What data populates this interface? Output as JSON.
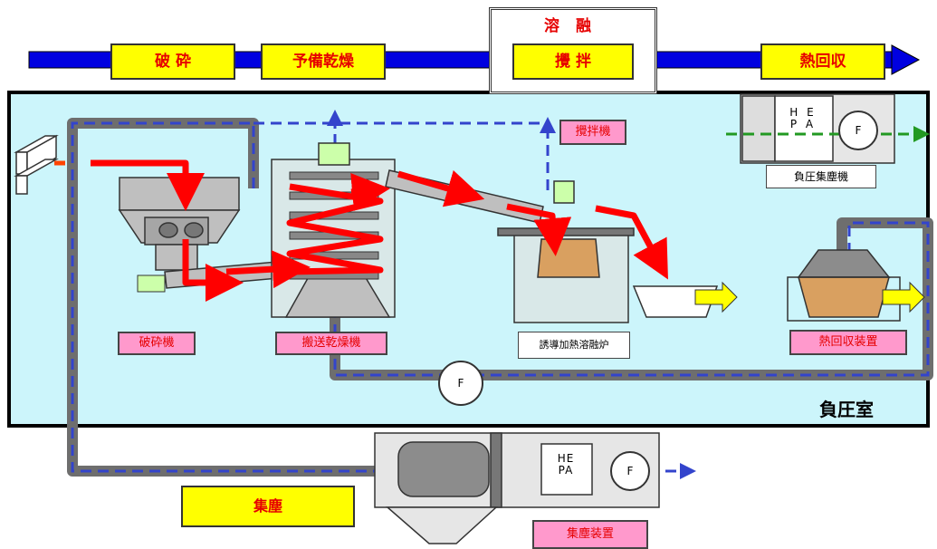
{
  "process_flow": {
    "melt_title": "溶 融",
    "steps": [
      "破 砕",
      "予備乾燥",
      "攪 拌",
      "熱回収"
    ]
  },
  "labels": {
    "crusher": "破砕機",
    "conveyor_dryer": "搬送乾燥機",
    "stirrer": "攪拌機",
    "furnace": "誘導加熱溶融炉",
    "heat_recovery": "熱回収装置",
    "negative_pressure_collector": "負圧集塵機",
    "negative_pressure_room": "負圧室",
    "dust_collection": "集塵",
    "dust_collector_unit": "集塵装置",
    "fan": "F",
    "hepa_top": "H E",
    "hepa_bottom": "P A",
    "hepa2_top": "HE",
    "hepa2_bottom": "PA"
  },
  "colors": {
    "flow_arrow": "#0000e0",
    "label_box": "#ffff00",
    "label_text": "#e60000",
    "room_fill": "#ccf5fb",
    "duct": "#6e6e6e",
    "airflow_dash": "#3344cc",
    "material_arrow": "#ff0000",
    "exhaust_arrow": "#229922",
    "product_arrow": "#ffff00"
  },
  "icons": [
    "fan-icon",
    "hepa-filter-icon",
    "flow-arrow-icon"
  ]
}
